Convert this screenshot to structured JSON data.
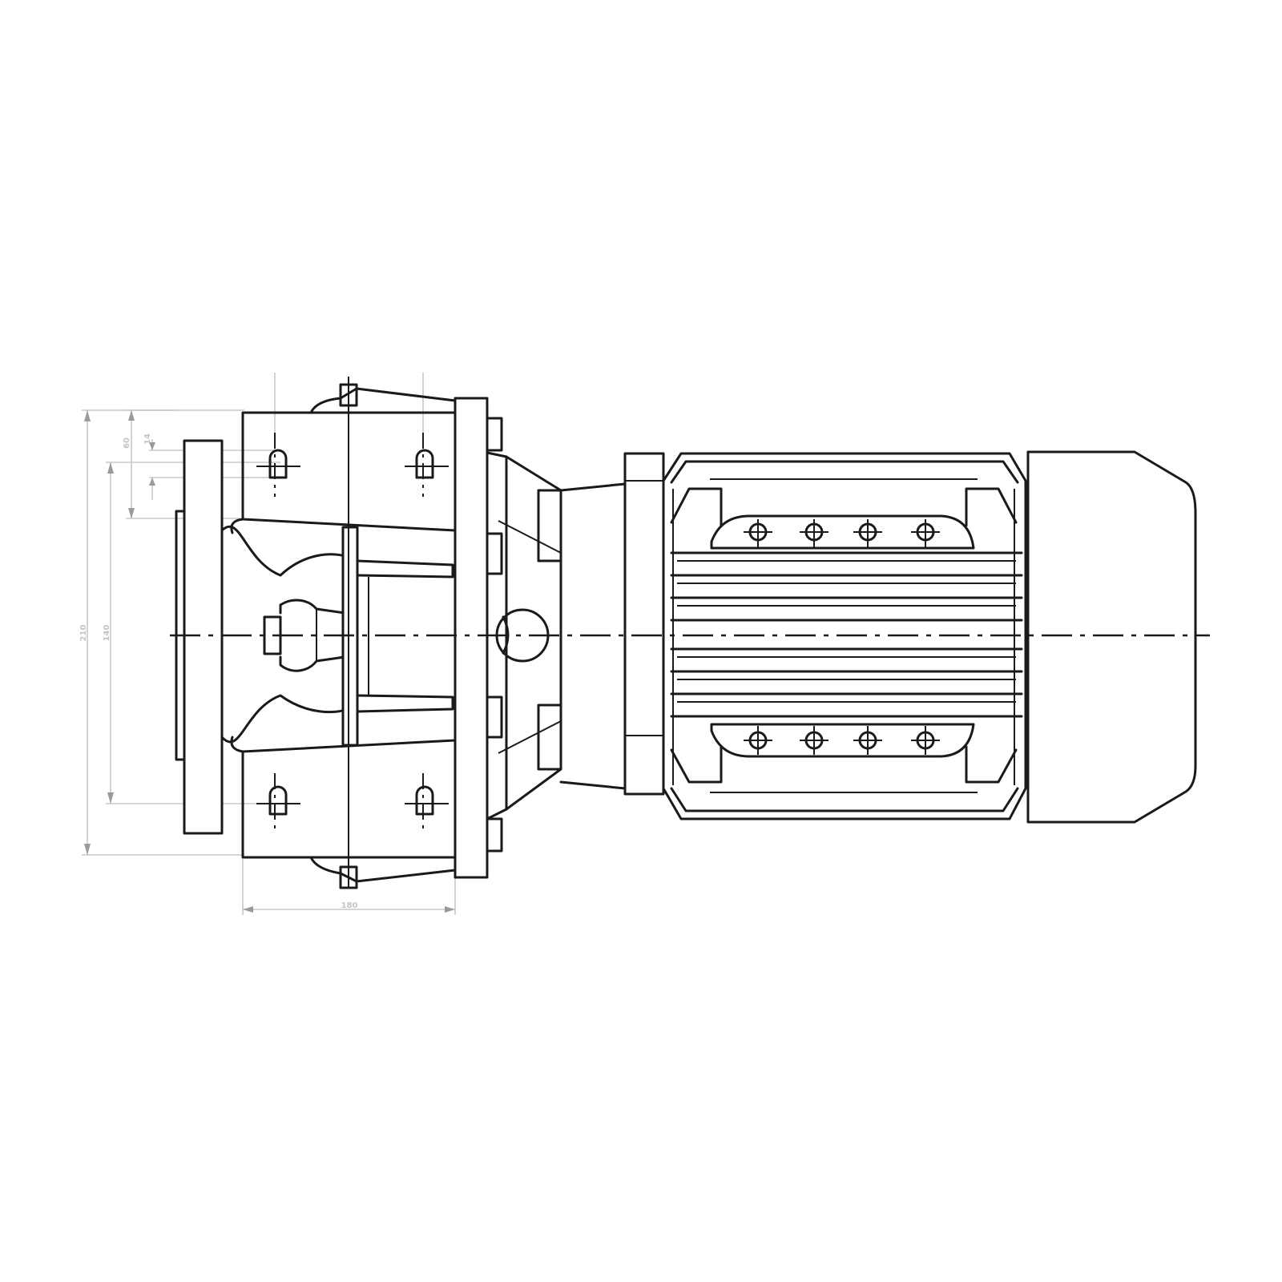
{
  "drawing": {
    "subject": "pump-with-electric-motor-side-view",
    "line_color": "#1a1a1a",
    "dimension_color": "#c8c8c8"
  },
  "dimensions": {
    "overall_height": "210",
    "foot_hole_spacing": "140",
    "top_flange_height": "60",
    "slot_width": "14",
    "base_length": "180"
  }
}
